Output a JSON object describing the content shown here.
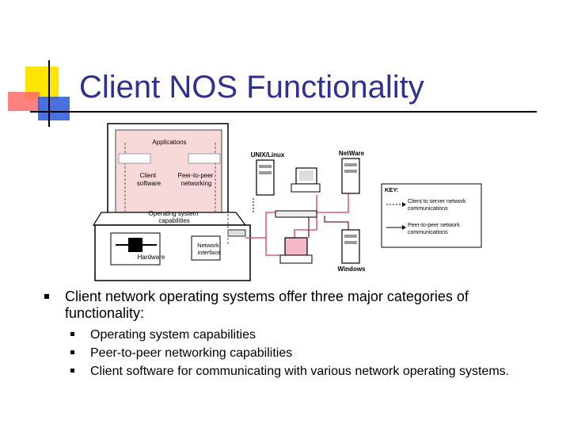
{
  "slide": {
    "title": "Client NOS Functionality"
  },
  "diagram": {
    "labels": {
      "applications": "Applications",
      "client_software": "Client\nsoftware",
      "peer_networking": "Peer-to-peer\nnetworking",
      "os_capabilities": "Operating system\ncapabilities",
      "hardware": "Hardware",
      "network_interface": "Network\ninterface",
      "unix_linux": "UNIX/Linux",
      "netware": "NetWare",
      "windows": "Windows",
      "key_title": "KEY:",
      "key_client_server": "Client to server network\ncommunications",
      "key_peer": "Peer-to-peer network\ncommunications"
    },
    "colors": {
      "client_server_line": "#d63b5c",
      "peer_line": "#7a1e30",
      "screen_fill": "#f7d9d9",
      "title_color": "#2e3192"
    }
  },
  "bullets": {
    "main": "Client network operating systems offer three major categories of functionality:",
    "items": [
      "Operating system capabilities",
      "Peer-to-peer networking capabilities",
      "Client software for communicating with various network operating systems."
    ]
  }
}
